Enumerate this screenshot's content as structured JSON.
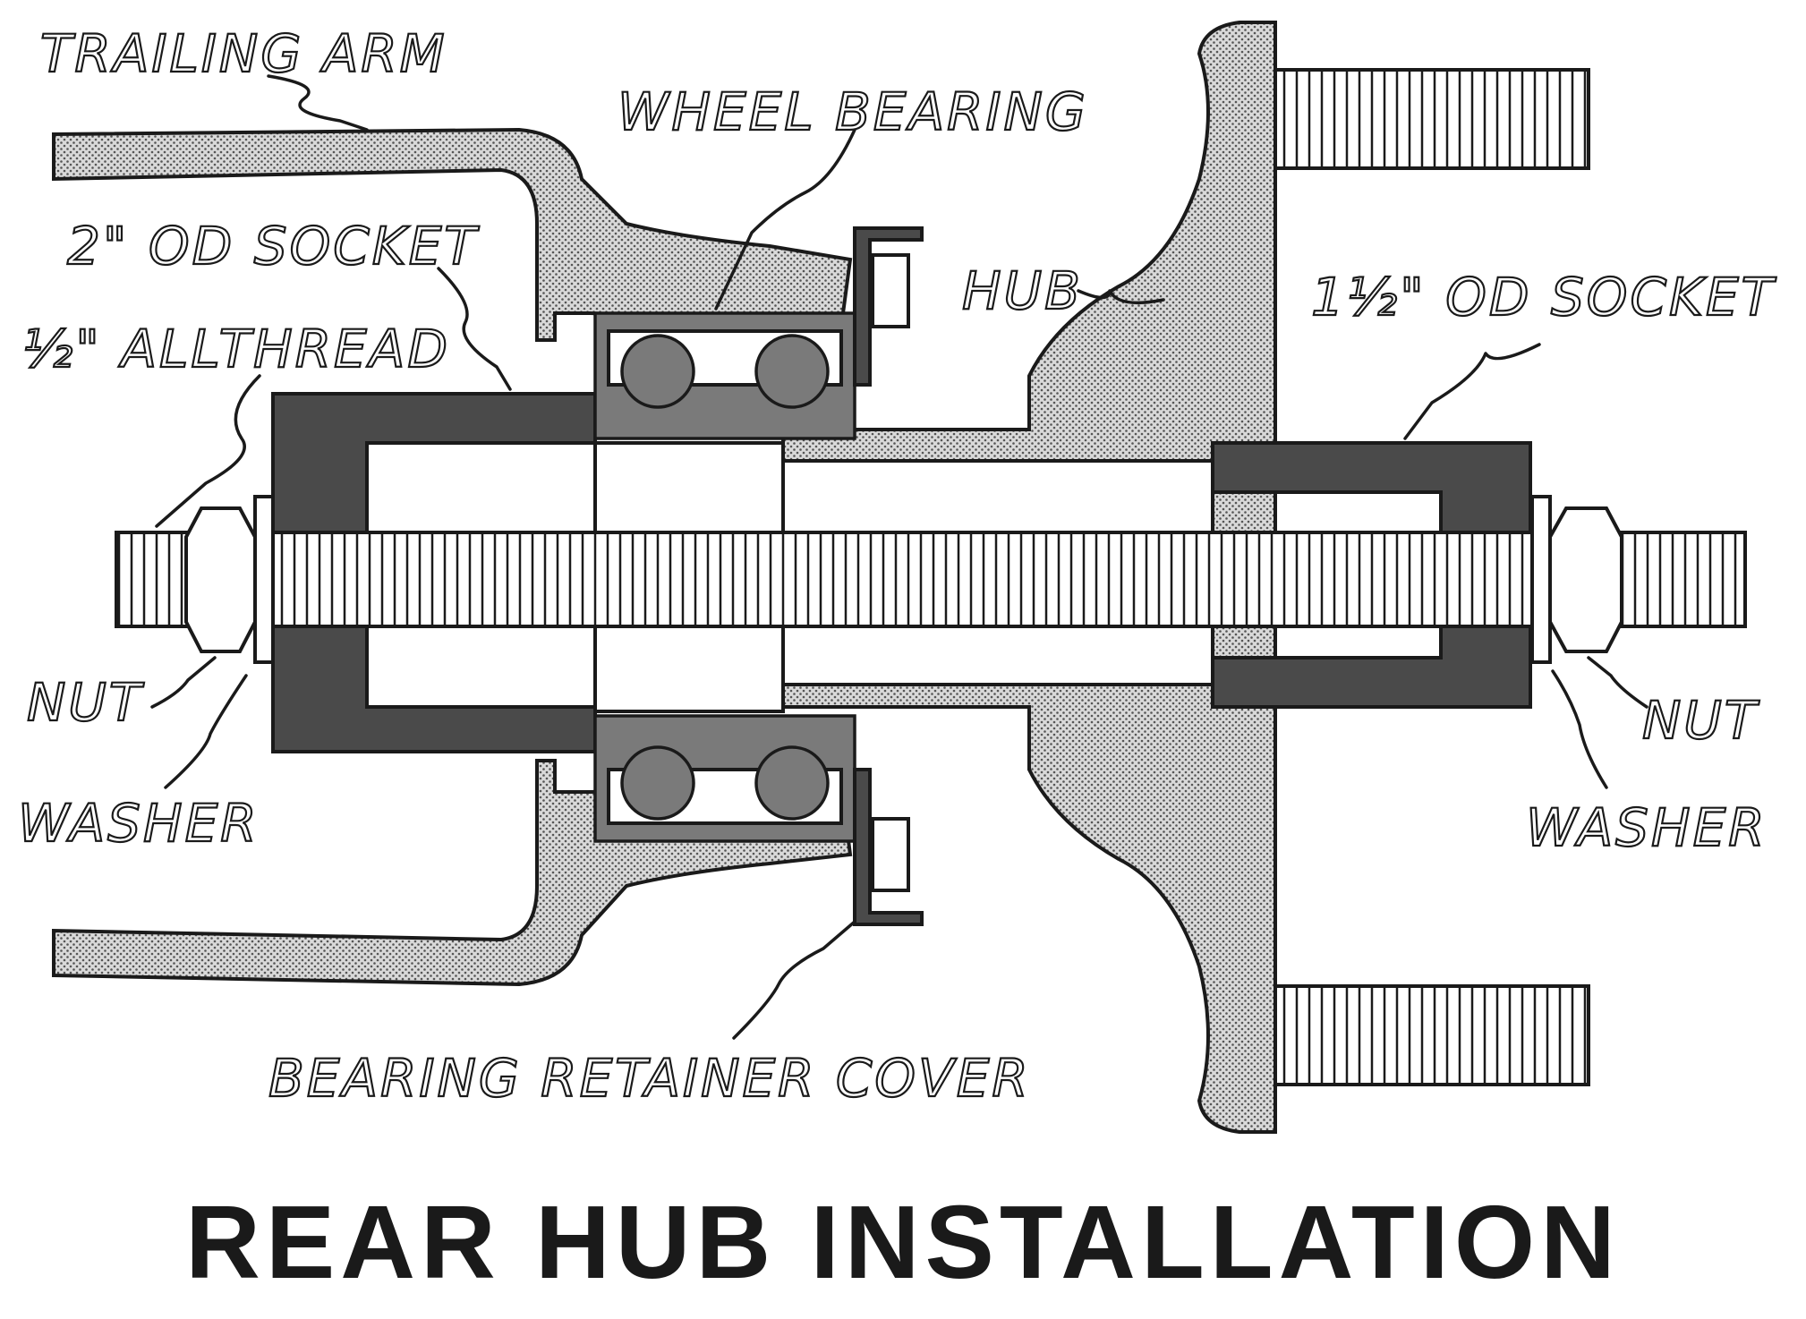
{
  "labels": {
    "trailing_arm": "TRAILING ARM",
    "wheel_bearing": "WHEEL BEARING",
    "od_socket_2": "2\" OD SOCKET",
    "allthread": "½\" ALLTHREAD",
    "hub": "HUB",
    "od_socket_1_5": "1½\" OD SOCKET",
    "nut_left": "NUT",
    "washer_left": "WASHER",
    "nut_right": "NUT",
    "washer_right": "WASHER",
    "bearing_retainer_cover": "BEARING RETAINER COVER"
  },
  "title": "REAR HUB INSTALLATION"
}
